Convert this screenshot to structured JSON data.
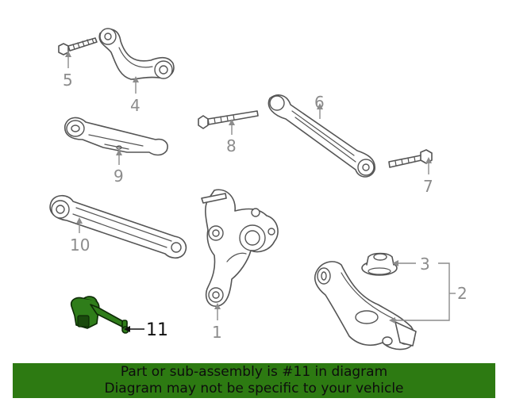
{
  "callouts": {
    "c1": "1",
    "c2": "2",
    "c3": "3",
    "c4": "4",
    "c5": "5",
    "c6": "6",
    "c7": "7",
    "c8": "8",
    "c9": "9",
    "c10": "10",
    "c11": "11"
  },
  "highlighted_part": "11",
  "colors": {
    "highlight": "#2f7d1a",
    "banner": "#2d7a12",
    "line": "#555555",
    "callout": "#8c8c8c"
  },
  "banner": {
    "line1": "Part or sub-assembly is #11 in diagram",
    "line2": "Diagram may not be specific to your vehicle"
  }
}
